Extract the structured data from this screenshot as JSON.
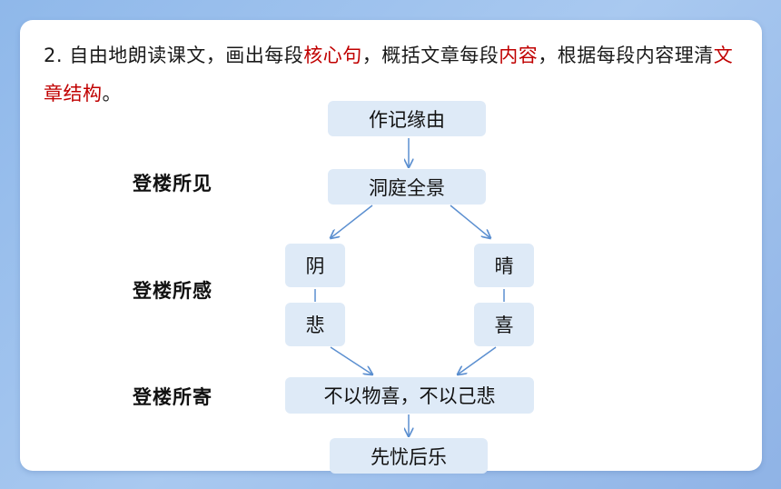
{
  "intro": {
    "seg1": "2. 自由地朗读课文，画出每段",
    "hl1": "核心句",
    "seg2": "，概括文章每段",
    "hl2": "内容",
    "seg3": "，根据每段内容理清",
    "hl3": "文章结构",
    "seg4": "。"
  },
  "diagram": {
    "nodes": {
      "origin": "作记缘由",
      "panorama": "洞庭全景",
      "yin": "阴",
      "qing": "晴",
      "bei": "悲",
      "xi": "喜",
      "conclusion": "不以物喜，不以己悲",
      "final": "先忧后乐"
    },
    "side_labels": {
      "seen": "登楼所见",
      "felt": "登楼所感",
      "entrust": "登楼所寄"
    }
  },
  "colors": {
    "highlight": "#c00000",
    "box_fill": "#deeaf7",
    "arrow": "#5b8fd0"
  }
}
